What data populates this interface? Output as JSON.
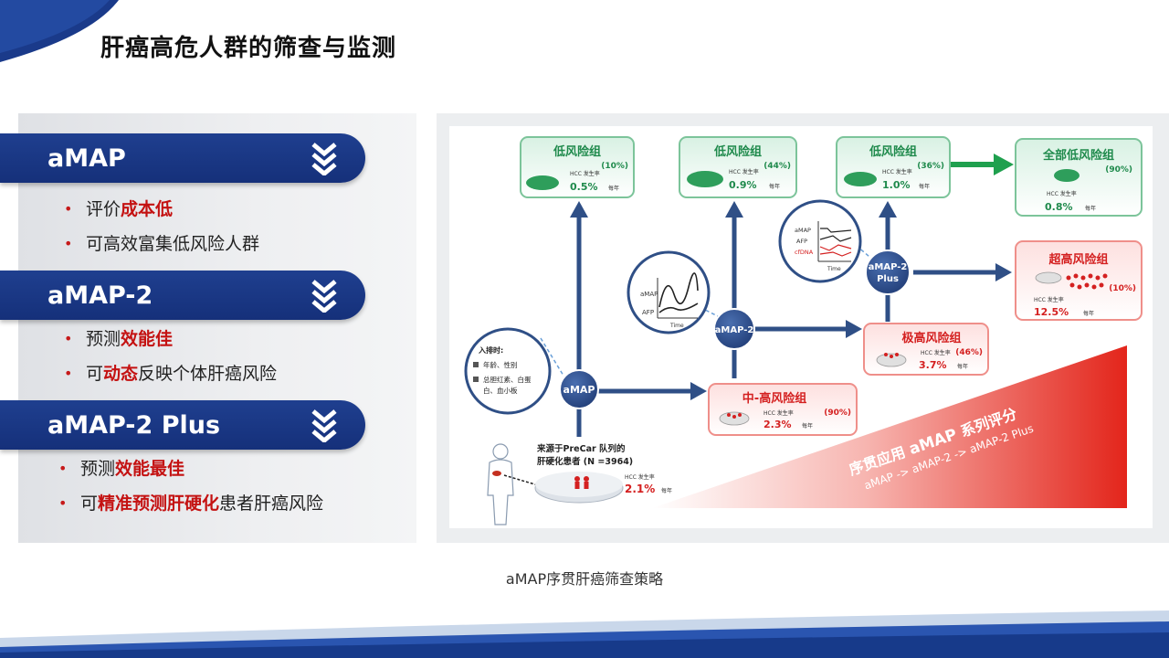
{
  "slide": {
    "title": "肝癌高危人群的筛查与监测",
    "caption": "aMAP序贯肝癌筛查策略"
  },
  "sections": [
    {
      "name": "aMAP",
      "bullets": [
        {
          "pre": "评价",
          "hl": "成本低",
          "post": ""
        },
        {
          "pre": "可高效富集低风险人群",
          "hl": "",
          "post": ""
        }
      ]
    },
    {
      "name": "aMAP-2",
      "bullets": [
        {
          "pre": "预测",
          "hl": "效能佳",
          "post": ""
        },
        {
          "pre": "可",
          "hl": "动态",
          "post": "反映个体肝癌风险"
        }
      ]
    },
    {
      "name": "aMAP-2 Plus",
      "bullets": [
        {
          "pre": "预测",
          "hl": "效能最佳",
          "post": ""
        },
        {
          "pre": "可",
          "hl": "精准预测肝硬化",
          "post": "患者肝癌风险"
        }
      ]
    }
  ],
  "diagram": {
    "source_line1": "来源于PreCar 队列的",
    "source_line2": "肝硬化患者 (N =3964)",
    "hcc_label": "HCC 发生率",
    "per_year": "每年",
    "base_rate": "2.1%",
    "nodes": {
      "amap": "aMAP",
      "amap2": "aMAP-2",
      "amap2plus_1": "aMAP-2",
      "amap2plus_2": "Plus"
    },
    "entry_box": {
      "title": "入排时:",
      "line1": "年龄、性别",
      "line2": "总胆红素、白蛋",
      "line3": "白、血小板"
    },
    "bubble2": {
      "l1": "aMAP",
      "l2": "AFP",
      "axis": "Time"
    },
    "bubble3": {
      "l1": "aMAP",
      "l2": "AFP",
      "l3": "cfDNA",
      "axis": "Time"
    },
    "groups": {
      "low1": {
        "title": "低风险组",
        "pct": "(10%)",
        "rate": "0.5%"
      },
      "low2": {
        "title": "低风险组",
        "pct": "(44%)",
        "rate": "0.9%"
      },
      "low3": {
        "title": "低风险组",
        "pct": "(36%)",
        "rate": "1.0%"
      },
      "lowall": {
        "title": "全部低风险组",
        "pct": "(90%)",
        "rate": "0.8%"
      },
      "mid": {
        "title": "中-高风险组",
        "pct": "(90%)",
        "rate": "2.3%"
      },
      "vhigh": {
        "title": "极高风险组",
        "pct": "(46%)",
        "rate": "3.7%"
      },
      "ultra": {
        "title": "超高风险组",
        "pct": "(10%)",
        "rate": "12.5%"
      }
    },
    "wedge": {
      "line1_pre": "序贯应用 ",
      "line1_bold": "aMAP",
      "line1_post": " 系列评分",
      "line2": "aMAP -> aMAP-2 -> aMAP-2 Plus"
    },
    "colors": {
      "navy": "#2f4f86",
      "green": "#1f8a4c",
      "red": "#d42020"
    }
  }
}
